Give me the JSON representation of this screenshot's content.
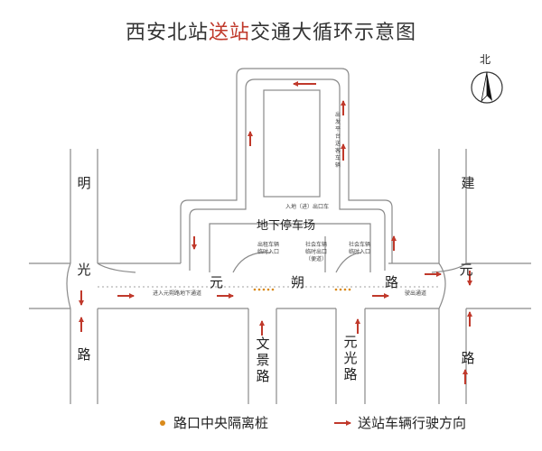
{
  "title": {
    "prefix": "西安北站",
    "highlight": "送站",
    "suffix": "交通大循环示意图"
  },
  "compass": {
    "label": "北"
  },
  "parking": {
    "label": "地下停车场"
  },
  "entrances": {
    "taxi": [
      "出租车辆",
      "临时入口"
    ],
    "social_exit": [
      "社会车辆",
      "临时出口",
      "（便道）"
    ],
    "social_entry": [
      "社会车辆",
      "临时入口"
    ]
  },
  "road_notes": {
    "east_lane": "出发\n平台\n送\n客车\n辆",
    "south_lane": "入地（进）出口车",
    "tunnel_entry": "进入元朔路地下通道",
    "exit_lane": "驶出通道"
  },
  "roads": {
    "mingguang_top": "明",
    "mingguang_mid": "光",
    "mingguang_bot": "路",
    "jianyuan_top": "建",
    "jianyuan_mid": "元",
    "jianyuan_bot": "路",
    "yuanshuo": [
      "元",
      "朔",
      "路"
    ],
    "wenjing": "文\n景\n路",
    "yuanguang": "元\n光\n路"
  },
  "legend": {
    "divider": "路口中央隔离桩",
    "direction": "送站车辆行驶方向"
  },
  "colors": {
    "arrow": "#c0392b",
    "road": "#8a8a8a",
    "divider": "#d98a1b"
  }
}
